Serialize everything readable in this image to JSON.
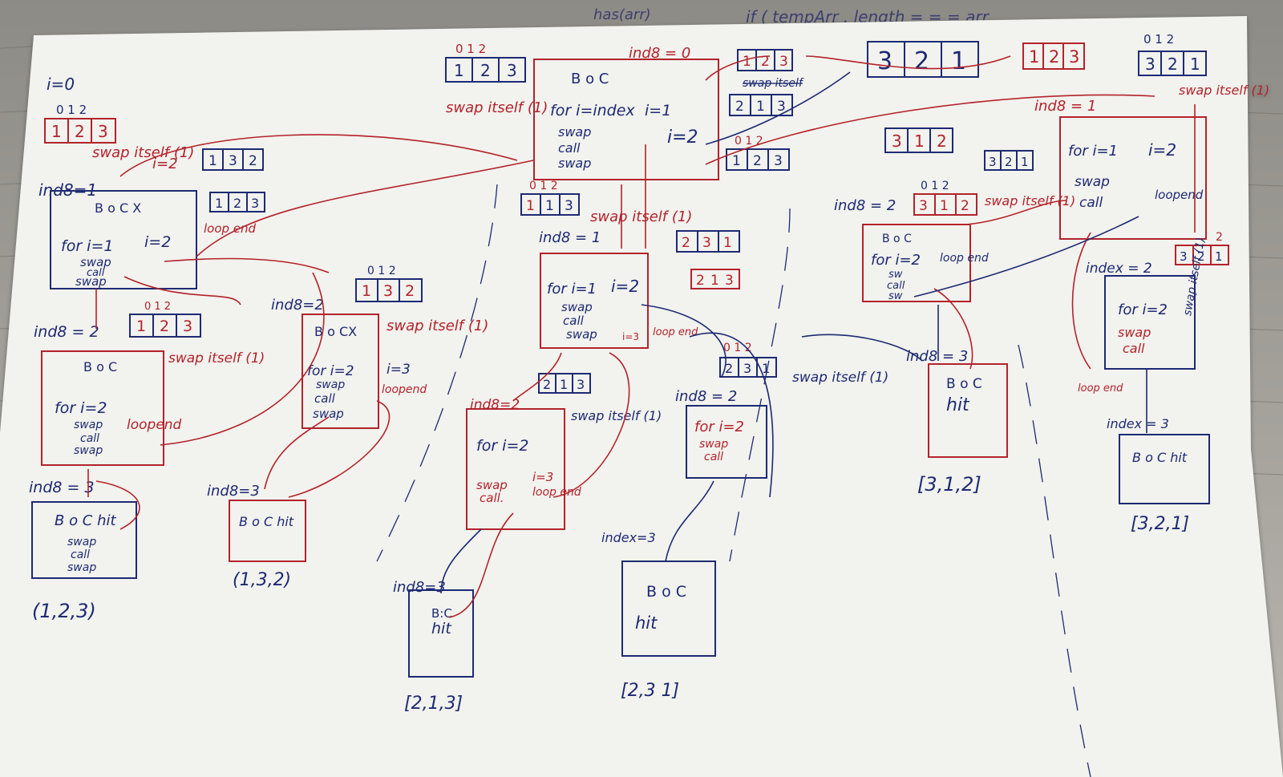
{
  "notebook_header": {
    "text_left": "has(arr)",
    "text_right": "if ( tempArr . length = = = arr"
  },
  "colors": {
    "red_ink": "#b3232b",
    "blue_ink": "#1d2a73",
    "paper": "#f2f2ee"
  },
  "top_left": {
    "i0": "i=0",
    "idx_label": "0 1 2",
    "arr": [
      "1",
      "2",
      "3"
    ],
    "swap_note": "swap itself (1)",
    "i2_note": "i=2",
    "arr_132": [
      "1",
      "3",
      "2"
    ],
    "arr_123b": [
      "1",
      "2",
      "3"
    ],
    "loop_end": "loop end"
  },
  "left_main": {
    "index_label": "ind8=1",
    "title": "B o C X",
    "for_line": "for i=1",
    "i2": "i=2",
    "l1": "swap",
    "l2": "call",
    "l3": "swap"
  },
  "left_index2": {
    "index_label": "ind8 = 2",
    "title": "B o C",
    "for_line": "for i=2",
    "l1": "swap",
    "l2": "call",
    "l3": "swap",
    "loop_end": "loopend",
    "arr_idx": "0 1 2",
    "arr": [
      "1",
      "2",
      "3"
    ],
    "swap_note": "swap itself (1)"
  },
  "left_index3": {
    "index_label": "ind8 = 3",
    "title": "B o C hit",
    "l1": "swap",
    "l2": "call",
    "l3": "swap",
    "result": "(1,2,3)"
  },
  "mid_left_cx": {
    "index_label": "ind8=2",
    "arr_idx": "0 1 2",
    "arr": [
      "1",
      "3",
      "2"
    ],
    "swap_note": "swap itself (1)",
    "title": "B o CX",
    "for_line": "for i=2",
    "i3": "i=3",
    "loop_end": "loopend",
    "l1": "swap",
    "l2": "call",
    "l3": "swap"
  },
  "mid_left_hit": {
    "index_label": "ind8=3",
    "title": "B o C hit",
    "result": "(1,3,2)"
  },
  "center_top": {
    "index_label": "ind8 = 0",
    "arr_idx": "0 1 2",
    "arr": [
      "1",
      "2",
      "3"
    ],
    "swap_note": "swap itself (1)",
    "title": "B o C",
    "for_line": "for i=index",
    "i1": "i=1",
    "i2": "i=2",
    "l1": "swap",
    "l2": "call",
    "l3": "swap",
    "arr_top": [
      "1",
      "2",
      "3"
    ],
    "swap_itself_strike": "swap itself",
    "arr_213": [
      "2",
      "1",
      "3"
    ],
    "arr_idx2": "0 1 2",
    "arr_123": [
      "1",
      "2",
      "3"
    ]
  },
  "center_mid": {
    "arr_idx": "0 1 2",
    "arr": [
      "1",
      "1",
      "3"
    ],
    "swap_note": "swap itself (1)",
    "index_label": "ind8 = 1",
    "arr_231": [
      "2",
      "3",
      "1"
    ],
    "arr_213": [
      "2",
      "1",
      "3"
    ],
    "for_line": "for i=1",
    "i2": "i=2",
    "l1": "swap",
    "l2": "call",
    "l3": "swap",
    "i3": "i=3",
    "loop_end": "loop end"
  },
  "center_low": {
    "index_label": "ind8=2",
    "arr": [
      "2",
      "1",
      "3"
    ],
    "swap_note": "swap itself (1)",
    "for_line": "for i=2",
    "l1": "swap",
    "l2": "call.",
    "i3": "i=3",
    "loop_end": "loop end"
  },
  "center_hit": {
    "index_label": "ind8=3",
    "title": "B:C",
    "hit": "hit",
    "result": "[2,1,3]"
  },
  "center_right": {
    "arr_idx": "0 1 2",
    "arr": [
      "2",
      "3",
      "1"
    ],
    "swap_note": "swap itself (1)",
    "index_label": "ind8 = 2",
    "for_line": "for i=2",
    "l1": "swap",
    "l2": "call",
    "hit_index": "index=3",
    "hit_title": "B o C",
    "hit_text": "hit",
    "result": "[2,3 1]"
  },
  "right_top": {
    "arr_big": [
      "3",
      "2",
      "1"
    ],
    "arr_red": [
      "1",
      "2",
      "3"
    ],
    "arr_idx": "0 1 2",
    "arr_far": [
      "3",
      "2",
      "1"
    ],
    "swap_note": "swap itself (1)",
    "index_label": "ind8 = 1",
    "arr_312": [
      "3",
      "1",
      "2"
    ],
    "arr_321": [
      "3",
      "2",
      "1"
    ],
    "for_line": "for i=1",
    "i2": "i=2",
    "l1": "swap",
    "l2": "call",
    "loop_end": "loopend"
  },
  "right_mid": {
    "index_label": "ind8 = 2",
    "arr_idx": "0 1 2",
    "arr": [
      "3",
      "1",
      "2"
    ],
    "swap_note": "swap itself (1)",
    "title": "B o C",
    "for_line": "for i=2",
    "loop_end": "loop end",
    "l1": "sw",
    "l2": "call",
    "l3": "sw"
  },
  "right_hit": {
    "index_label": "ind8 = 3",
    "title": "B o C",
    "hit": "hit",
    "result": "[3,1,2]"
  },
  "far_right": {
    "index_label": "index = 2",
    "arr_idx": "2",
    "arr": [
      "3",
      "2",
      "1"
    ],
    "swap_note": "swap itself (1)",
    "for_line": "for i=2",
    "l1": "swap",
    "l2": "call",
    "loop_end": "loop end",
    "hit_index": "index = 3",
    "hit_title": "B o C hit",
    "result": "[3,2,1]"
  }
}
